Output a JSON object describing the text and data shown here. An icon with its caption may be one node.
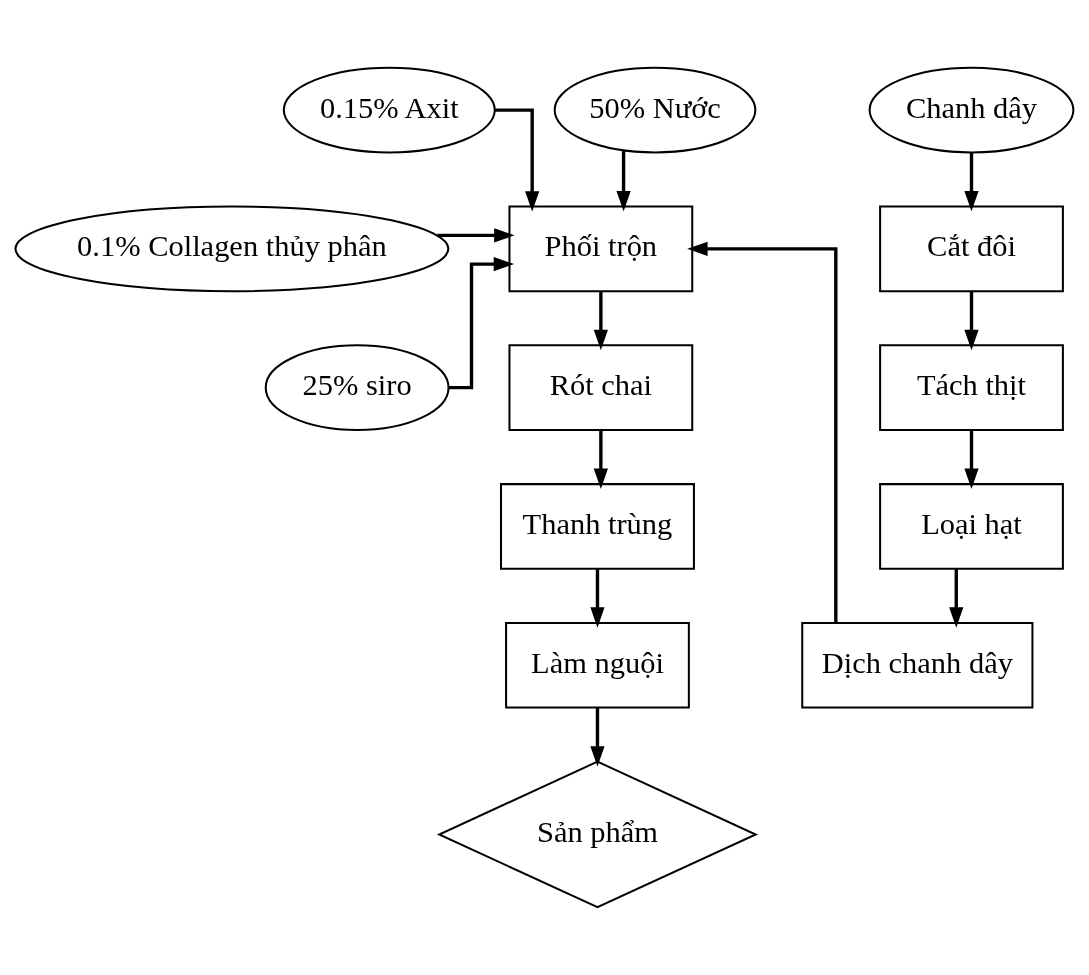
{
  "diagram": {
    "nodes": [
      {
        "text": [
          "50% Nước"
        ]
      },
      {
        "text": [
          "0.15% Axit"
        ]
      },
      {
        "text": [
          "Chanh dây"
        ]
      },
      {
        "text": [
          "0.1% Collagen thủy phân"
        ]
      },
      {
        "text": [
          "Phối trộn"
        ]
      },
      {
        "text": [
          "Cắt đôi"
        ]
      },
      {
        "text": [
          "Tách thịt"
        ]
      },
      {
        "text": [
          "Rót chai"
        ]
      },
      {
        "text": [
          "25% siro"
        ]
      },
      {
        "text": [
          "Loại hạt"
        ]
      },
      {
        "text": [
          "Thanh trùng"
        ]
      },
      {
        "text": [
          "Dịch chanh dây"
        ]
      },
      {
        "text": [
          "Làm nguội"
        ]
      },
      {
        "text": [
          "Sản phẩm"
        ]
      }
    ],
    "edges": [
      {
        "from": 0,
        "to": 4,
        "arrow": "to"
      },
      {
        "from": 1,
        "to": 4,
        "arrow": "to"
      },
      {
        "from": 3,
        "to": 4,
        "arrow": "to"
      },
      {
        "from": 8,
        "to": 4,
        "arrow": "to"
      },
      {
        "from": 11,
        "to": 4,
        "arrow": "to"
      },
      {
        "from": 2,
        "to": 5,
        "arrow": "to"
      },
      {
        "from": 5,
        "to": 6,
        "arrow": "to"
      },
      {
        "from": 6,
        "to": 9,
        "arrow": "to"
      },
      {
        "from": 9,
        "to": 11,
        "arrow": "to"
      },
      {
        "from": 4,
        "to": 7,
        "arrow": "to"
      },
      {
        "from": 7,
        "to": 10,
        "arrow": "to"
      },
      {
        "from": 10,
        "to": 12,
        "arrow": "to"
      },
      {
        "from": 12,
        "to": 13,
        "arrow": "to"
      }
    ]
  }
}
